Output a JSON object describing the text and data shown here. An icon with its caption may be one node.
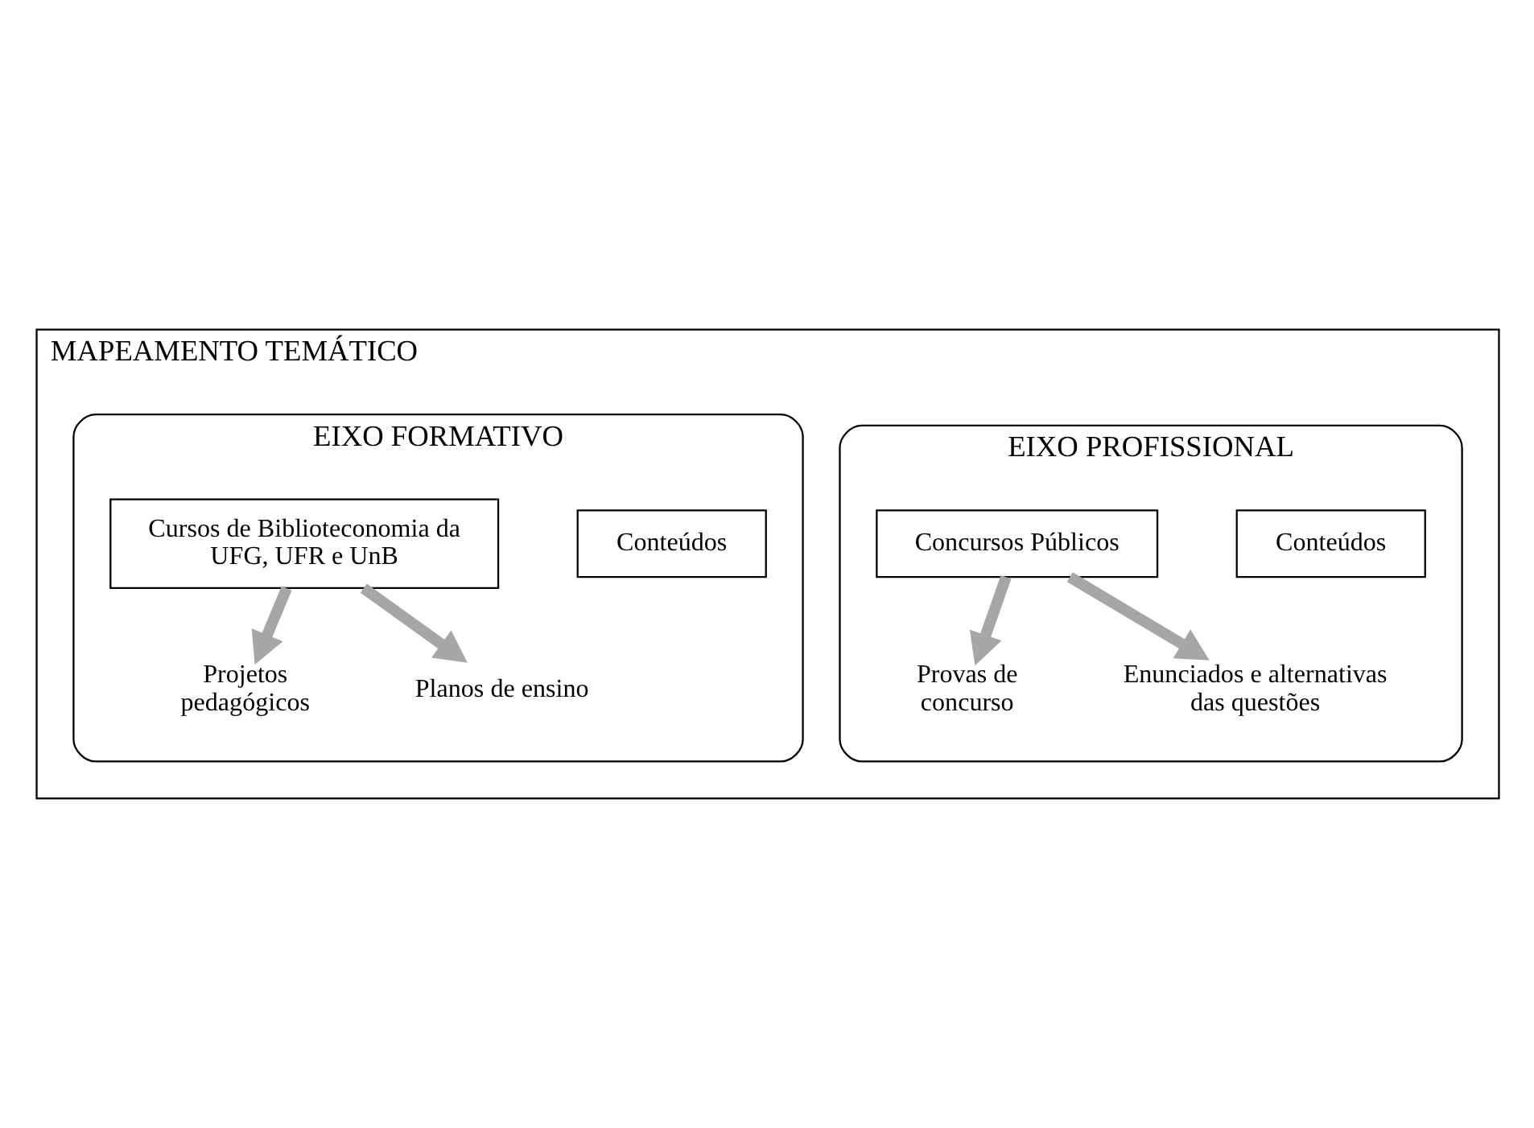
{
  "diagram": {
    "nodes": [
      {
        "text": [
          "MAPEAMENTO TEMÁTICO"
        ]
      },
      {
        "text": [
          "EIXO PROFISSIONAL"
        ],
        "in": 0
      },
      {
        "text": [
          "Conteúdos"
        ],
        "in": 1
      },
      {
        "text": [
          "Concursos Públicos"
        ],
        "in": 1
      },
      {
        "text": [
          "Provas de concurso"
        ],
        "in": 1
      },
      {
        "text": [
          "Enunciados e alternativas das questões"
        ],
        "in": 1
      },
      {
        "text": [
          "EIXO FORMATIVO"
        ],
        "in": 0
      },
      {
        "text": [
          "Conteúdos"
        ],
        "in": 6
      },
      {
        "text": [
          "Cursos de Biblioteconomia da UFG, UFR e UnB"
        ],
        "in": 6
      },
      {
        "text": [
          "Projetos pedagógicos"
        ],
        "in": 6
      },
      {
        "text": [
          "Planos de ensino"
        ],
        "in": 6
      }
    ],
    "edges": [
      {
        "from": 3,
        "to": 4,
        "arrow": "to"
      },
      {
        "from": 3,
        "to": 5,
        "arrow": "to"
      },
      {
        "from": 8,
        "to": 9,
        "arrow": "to"
      },
      {
        "from": 8,
        "to": 10,
        "arrow": "to"
      }
    ]
  }
}
